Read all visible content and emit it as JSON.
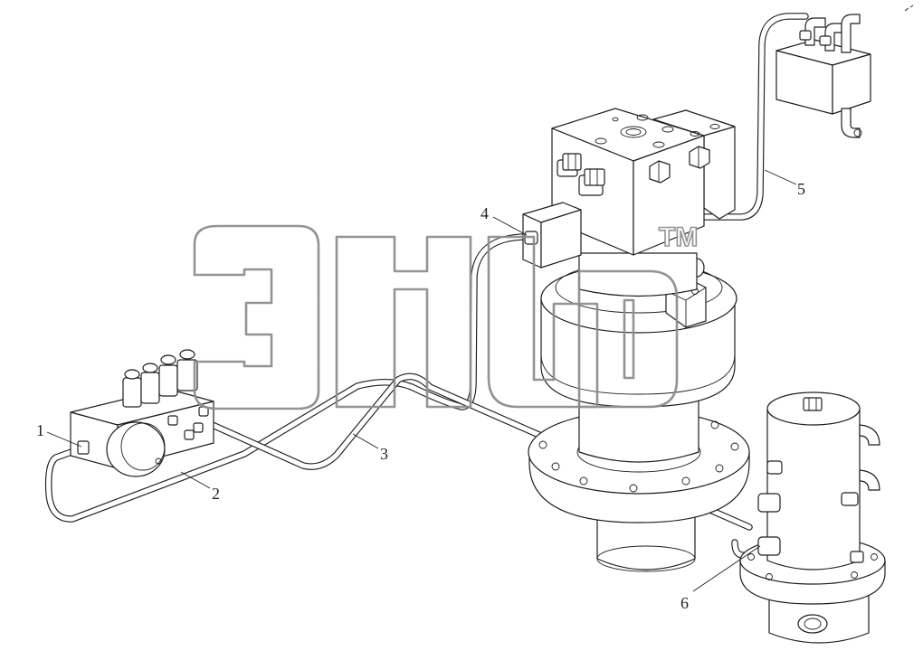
{
  "callouts": [
    {
      "id": "1",
      "label": "1"
    },
    {
      "id": "2",
      "label": "2"
    },
    {
      "id": "3",
      "label": "3"
    },
    {
      "id": "4",
      "label": "4"
    },
    {
      "id": "5",
      "label": "5"
    },
    {
      "id": "6",
      "label": "6"
    }
  ],
  "watermark": {
    "trademark": "TM"
  }
}
